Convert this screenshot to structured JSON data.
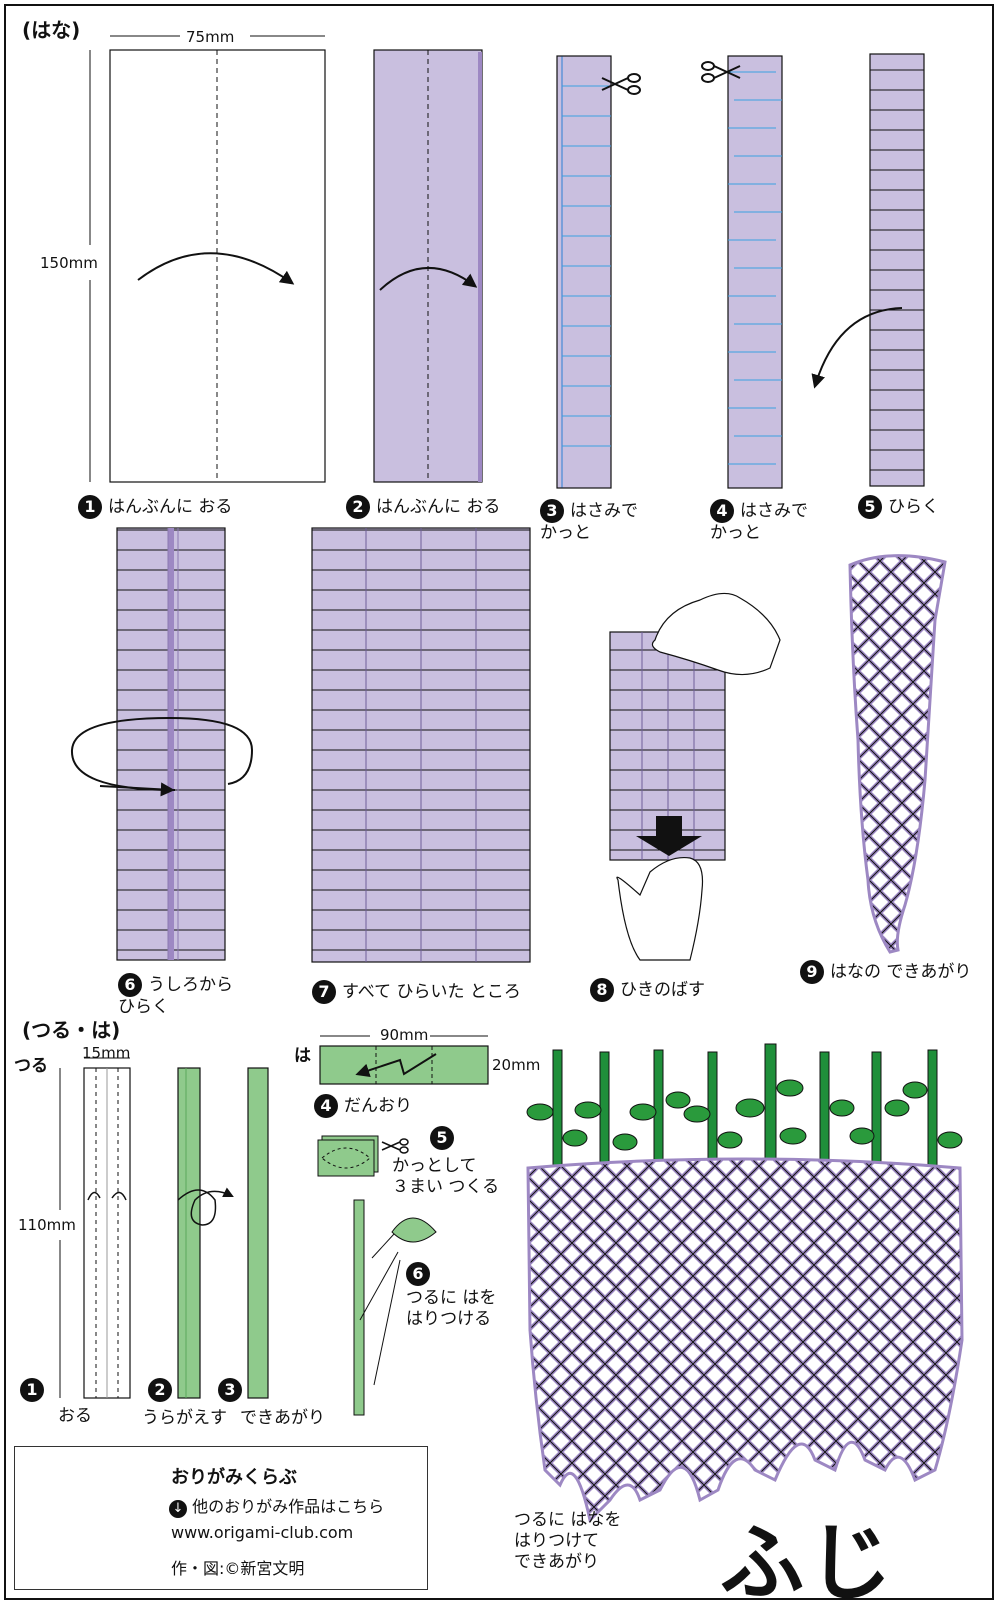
{
  "section_flower": "(はな)",
  "dims": {
    "w75": "75mm",
    "h150": "150mm",
    "w15": "15mm",
    "h110": "110mm",
    "w90": "90mm",
    "h20": "20mm"
  },
  "steps_flower": [
    {
      "n": "1",
      "text": "はんぶんに おる"
    },
    {
      "n": "2",
      "text": "はんぶんに おる"
    },
    {
      "n": "3",
      "text": "はさみで\nかっと"
    },
    {
      "n": "4",
      "text": "はさみで\nかっと"
    },
    {
      "n": "5",
      "text": "ひらく"
    },
    {
      "n": "6",
      "text": "うしろから\nひらく"
    },
    {
      "n": "7",
      "text": "すべて ひらいた ところ"
    },
    {
      "n": "8",
      "text": "ひきのばす"
    },
    {
      "n": "9",
      "text": "はなの できあがり"
    }
  ],
  "section_vine": "(つる・は)",
  "vine_label": "つる",
  "leaf_label": "は",
  "steps_vine": [
    {
      "n": "1",
      "text": "おる"
    },
    {
      "n": "2",
      "text": "うらがえす"
    },
    {
      "n": "3",
      "text": "できあがり"
    },
    {
      "n": "4",
      "text": "だんおり"
    },
    {
      "n": "5",
      "text": "かっとして\n３まい つくる"
    },
    {
      "n": "6",
      "text": "つるに はを\nはりつける"
    }
  ],
  "final_text": "つるに はなを\nはりつけて\nできあがり",
  "title": "ふじ",
  "credit": {
    "name": "おりがみくらぶ",
    "link_text": "他のおりがみ作品はこちら",
    "url": "www.origami-club.com",
    "author": "作・図:©新宮文明"
  },
  "colors": {
    "lavender": "#c9bfdf",
    "purple": "#9d88c3",
    "green": "#8fca8c",
    "dark_green": "#1f8f3a",
    "leaf": "#2a9a3c"
  }
}
